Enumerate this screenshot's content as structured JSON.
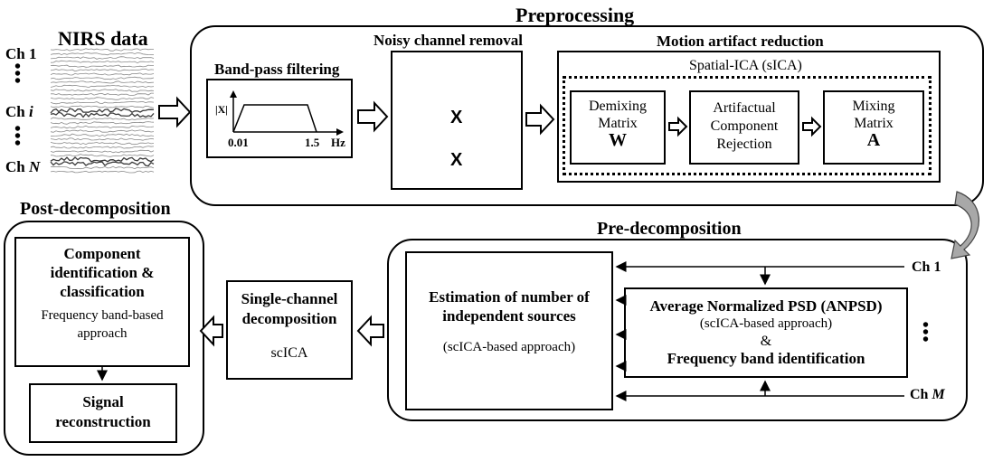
{
  "nirs": {
    "title": "NIRS data",
    "channels": [
      {
        "prefix": "Ch ",
        "suffix": "1"
      },
      {
        "prefix": "Ch ",
        "suffix": "i"
      },
      {
        "prefix": "Ch ",
        "suffix": "N"
      }
    ]
  },
  "preprocessing": {
    "title": "Preprocessing",
    "bandpass": {
      "title": "Band-pass filtering",
      "ylabel": "|X|",
      "low": "0.01",
      "high": "1.5",
      "unit": "Hz"
    },
    "noisy": {
      "title": "Noisy channel removal",
      "mark": "X"
    },
    "motion": {
      "title": "Motion artifact reduction",
      "sica_label": "Spatial-ICA (sICA)",
      "demixing": {
        "line1": "Demixing",
        "line2": "Matrix",
        "symbol": "W"
      },
      "rejection": {
        "line1": "Artifactual",
        "line2": "Component",
        "line3": "Rejection"
      },
      "mixing": {
        "line1": "Mixing",
        "line2": "Matrix",
        "symbol": "A"
      }
    }
  },
  "predecomposition": {
    "title": "Pre-decomposition",
    "estimation": {
      "title1": "Estimation of number of",
      "title2": "independent sources",
      "note": "(scICA-based approach)"
    },
    "anpsd": {
      "title": "Average Normalized PSD (ANPSD)",
      "note": "(scICA-based approach)",
      "amp": "&",
      "freq": "Frequency band identification"
    },
    "ch1": {
      "prefix": "Ch ",
      "suffix": "1"
    },
    "chm": {
      "prefix": "Ch ",
      "suffix": "M"
    }
  },
  "single_channel": {
    "title1": "Single-channel",
    "title2": "decomposition",
    "method": "scICA"
  },
  "postdecomposition": {
    "title": "Post-decomposition",
    "identification": {
      "title1": "Component",
      "title2": "identification &",
      "title3": "classification",
      "note1": "Frequency band-based",
      "note2": "approach"
    },
    "reconstruction": {
      "title1": "Signal",
      "title2": "reconstruction"
    }
  }
}
